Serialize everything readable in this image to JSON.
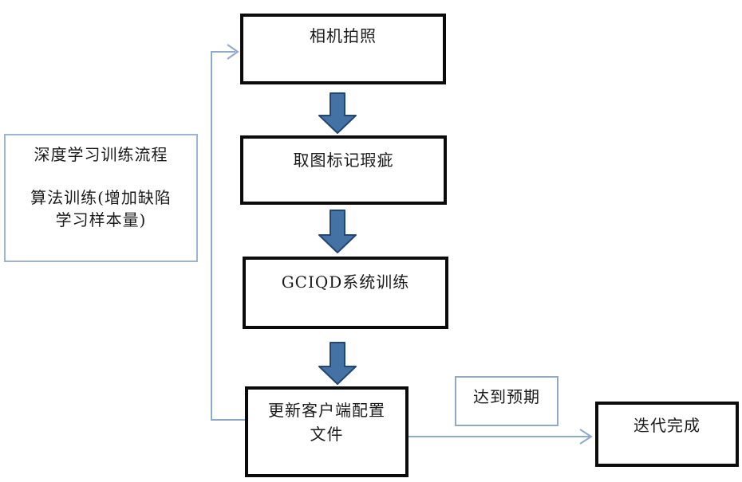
{
  "diagram": {
    "legend": {
      "line1": "深度学习训练流程",
      "line2": "算法训练(增加缺陷",
      "line3": "学习样本量)"
    },
    "nodes": {
      "camera": {
        "label": "相机拍照"
      },
      "mark": {
        "label": "取图标记瑕疵"
      },
      "train": {
        "label": "GCIQD系统训练"
      },
      "update": {
        "label": "更新客户端配置文件",
        "lines": [
          "更新客户端配置",
          "文件"
        ]
      },
      "expected": {
        "label": "达到预期"
      },
      "done": {
        "label": "迭代完成"
      }
    },
    "colors": {
      "box_border": "#0b0b0b",
      "block_arrow_fill": "#4472a4",
      "block_arrow_outline": "#24456e",
      "connector": "#8fa9c9",
      "legend_border": "#9db4d4",
      "expected_border": "#93a9c1"
    }
  }
}
